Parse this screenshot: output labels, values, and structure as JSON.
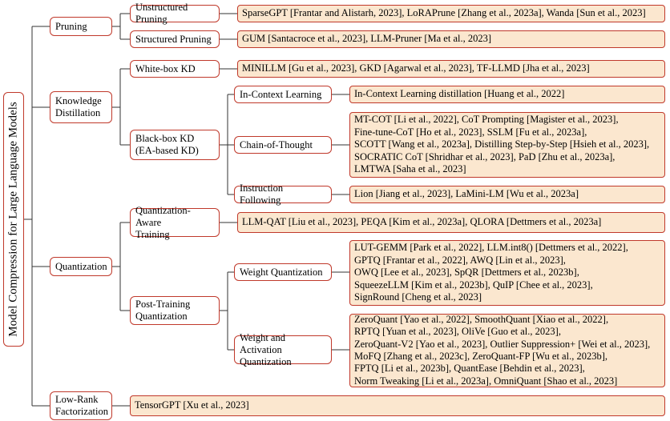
{
  "root": "Model Compression for Large Language Models",
  "pruning": {
    "label": "Pruning",
    "unstructured": {
      "label": "Unstructured Pruning",
      "leaf": "SparseGPT [Frantar and Alistarh, 2023], LoRAPrune [Zhang et al., 2023a], Wanda [Sun et al., 2023]"
    },
    "structured": {
      "label": "Structured Pruning",
      "leaf": "GUM [Santacroce et al., 2023], LLM-Pruner [Ma et al., 2023]"
    }
  },
  "kd": {
    "label": "Knowledge\nDistillation",
    "whitebox": {
      "label": "White-box KD",
      "leaf": "MINILLM [Gu et al., 2023], GKD [Agarwal et al., 2023], TF-LLMD [Jha et al., 2023]"
    },
    "blackbox": {
      "label": "Black-box KD\n(EA-based KD)",
      "icl": {
        "label": "In-Context Learning",
        "leaf": "In-Context Learning distillation [Huang et al., 2022]"
      },
      "cot": {
        "label": "Chain-of-Thought",
        "leaf": "MT-COT [Li et al., 2022], CoT Prompting [Magister et al., 2023],\nFine-tune-CoT [Ho et al., 2023], SSLM [Fu et al., 2023a],\nSCOTT [Wang et al., 2023a], Distilling Step-by-Step [Hsieh et al., 2023],\nSOCRATIC CoT [Shridhar et al., 2023], PaD [Zhu et al., 2023a],\nLMTWA [Saha et al., 2023]"
      },
      "if": {
        "label": "Instruction Following",
        "leaf": "Lion [Jiang et al., 2023], LaMini-LM [Wu et al., 2023a]"
      }
    }
  },
  "quant": {
    "label": "Quantization",
    "qat": {
      "label": "Quantization-Aware\nTraining",
      "leaf": "LLM-QAT [Liu et al., 2023], PEQA [Kim et al., 2023a], QLORA [Dettmers et al., 2023a]"
    },
    "ptq": {
      "label": "Post-Training\nQuantization",
      "wq": {
        "label": "Weight Quantization",
        "leaf": "LUT-GEMM [Park et al., 2022], LLM.int8() [Dettmers et al., 2022],\nGPTQ [Frantar et al., 2022], AWQ [Lin et al., 2023],\nOWQ [Lee et al., 2023], SpQR [Dettmers et al., 2023b],\nSqueezeLLM [Kim et al., 2023b], QuIP [Chee et al., 2023],\nSignRound [Cheng et al., 2023]"
      },
      "waq": {
        "label": "Weight and Activation\nQuantization",
        "leaf": "ZeroQuant [Yao et al., 2022], SmoothQuant [Xiao et al., 2022],\nRPTQ [Yuan et al., 2023], OliVe [Guo et al., 2023],\nZeroQuant-V2 [Yao et al., 2023], Outlier Suppression+ [Wei et al., 2023],\nMoFQ [Zhang et al., 2023c], ZeroQuant-FP [Wu et al., 2023b],\nFPTQ [Li et al., 2023b], QuantEase [Behdin et al., 2023],\nNorm Tweaking [Li et al., 2023a], OmniQuant [Shao et al., 2023]"
      }
    }
  },
  "lowrank": {
    "label": "Low-Rank\nFactorization",
    "leaf": "TensorGPT [Xu et al., 2023]"
  }
}
